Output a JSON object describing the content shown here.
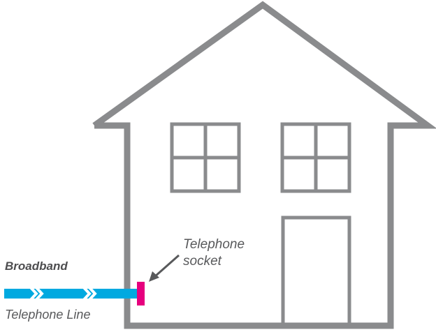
{
  "labels": {
    "broadband": "Broadband",
    "telephone_line": "Telephone Line",
    "socket_line1": "Telephone",
    "socket_line2": "socket"
  },
  "colors": {
    "house_outline": "#8a8b8d",
    "broadband_line": "#00a9e0",
    "socket": "#e6007e",
    "pointer_arrow": "#58595b",
    "label_text": "#58595b"
  },
  "icons": {
    "house": "house-outline",
    "socket": "wall-socket",
    "pointer": "pointer-arrow",
    "flow": "chevron-right-icon"
  }
}
